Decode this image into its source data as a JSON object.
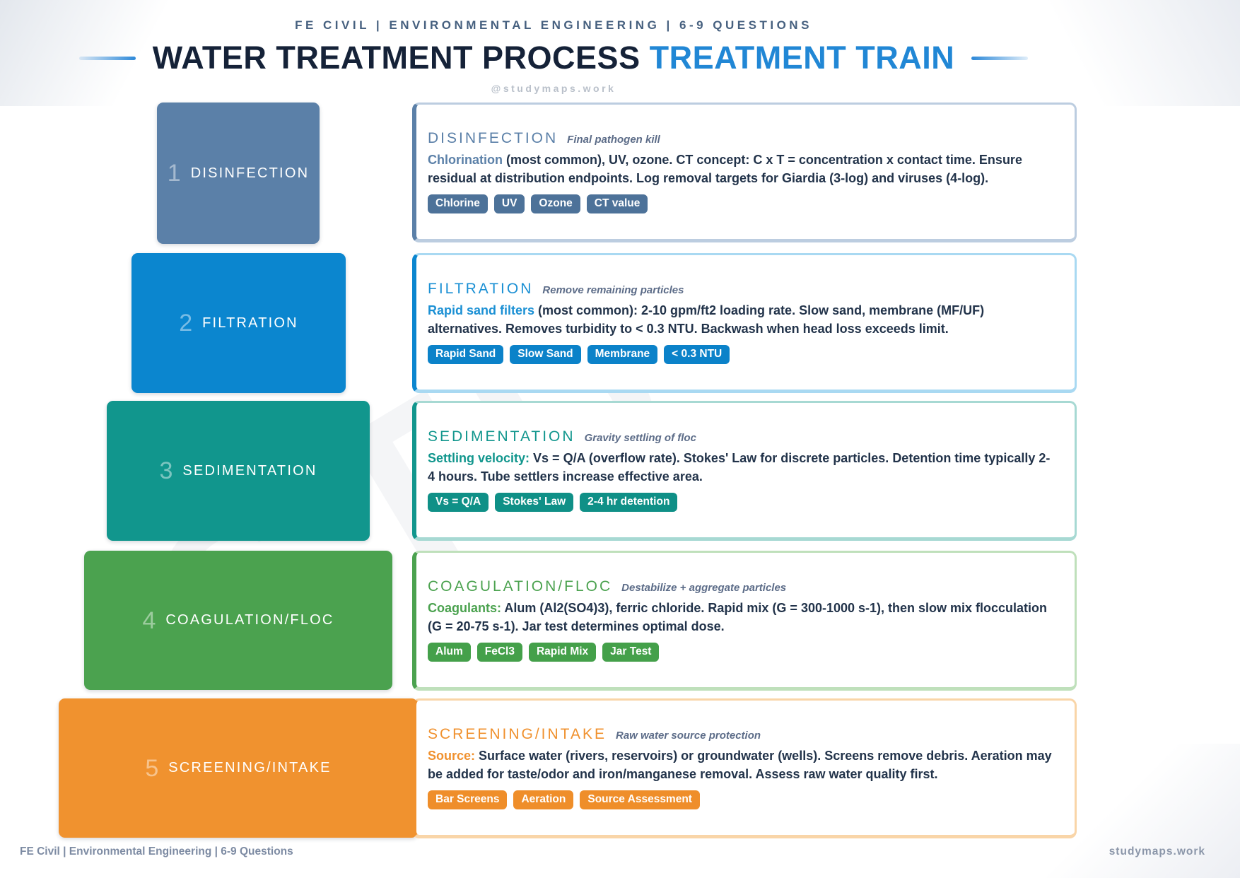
{
  "header": {
    "kicker": "FE CIVIL | ENVIRONMENTAL ENGINEERING | 6-9 QUESTIONS",
    "title_main": "WATER TREATMENT PROCESS",
    "title_accent": "TREATMENT TRAIN",
    "handle": "@studymaps.work"
  },
  "watermark": "STU",
  "palette": {
    "title_dark": "#152238",
    "title_accent": "#2187d5",
    "body_text": "#22334a",
    "subtitle_text": "#5c6c88",
    "step_colors": [
      "#5b80a8",
      "#0b86cf",
      "#11968d",
      "#4ba24f",
      "#f0922f"
    ]
  },
  "steps": [
    {
      "number": "1",
      "block_label": "DISINFECTION",
      "color": "#5b80a8",
      "pale": "#bccde0",
      "card": {
        "heading": "DISINFECTION",
        "subtitle": "Final pathogen kill",
        "lead": "Chlorination",
        "body": " (most common), UV, ozone. CT concept: C x T = concentration x contact time. Ensure residual at distribution endpoints. Log removal targets for Giardia (3-log) and viruses (4-log).",
        "tags": [
          "Chlorine",
          "UV",
          "Ozone",
          "CT value"
        ]
      }
    },
    {
      "number": "2",
      "block_label": "FILTRATION",
      "color": "#0b86cf",
      "pale": "#a9d9f2",
      "card": {
        "heading": "FILTRATION",
        "subtitle": "Remove remaining particles",
        "lead": "Rapid sand filters",
        "body": " (most common): 2-10 gpm/ft2 loading rate. Slow sand, membrane (MF/UF) alternatives. Removes turbidity to < 0.3 NTU. Backwash when head loss exceeds limit.",
        "tags": [
          "Rapid Sand",
          "Slow Sand",
          "Membrane",
          "< 0.3 NTU"
        ]
      }
    },
    {
      "number": "3",
      "block_label": "SEDIMENTATION",
      "color": "#11968d",
      "pale": "#a7d9d3",
      "card": {
        "heading": "SEDIMENTATION",
        "subtitle": "Gravity settling of floc",
        "lead": "Settling velocity:",
        "body": " Vs = Q/A (overflow rate). Stokes' Law for discrete particles. Detention time typically 2-4 hours. Tube settlers increase effective area.",
        "tags": [
          "Vs = Q/A",
          "Stokes' Law",
          "2-4 hr detention"
        ]
      }
    },
    {
      "number": "4",
      "block_label": "COAGULATION/FLOC",
      "color": "#4ba24f",
      "pale": "#bfe0bb",
      "card": {
        "heading": "COAGULATION/FLOC",
        "subtitle": "Destabilize + aggregate particles",
        "lead": "Coagulants:",
        "body": " Alum (Al2(SO4)3), ferric chloride. Rapid mix (G = 300-1000 s-1), then slow mix flocculation (G = 20-75 s-1). Jar test determines optimal dose.",
        "tags": [
          "Alum",
          "FeCl3",
          "Rapid Mix",
          "Jar Test"
        ]
      }
    },
    {
      "number": "5",
      "block_label": "SCREENING/INTAKE",
      "color": "#f0922f",
      "pale": "#f9d5a8",
      "card": {
        "heading": "SCREENING/INTAKE",
        "subtitle": "Raw water source protection",
        "lead": "Source:",
        "body": " Surface water (rivers, reservoirs) or groundwater (wells). Screens remove debris. Aeration may be added for taste/odor and iron/manganese removal. Assess raw water quality first.",
        "tags": [
          "Bar Screens",
          "Aeration",
          "Source Assessment"
        ]
      }
    }
  ],
  "footer": {
    "left": "FE Civil | Environmental Engineering | 6-9 Questions",
    "right": "studymaps.work"
  }
}
